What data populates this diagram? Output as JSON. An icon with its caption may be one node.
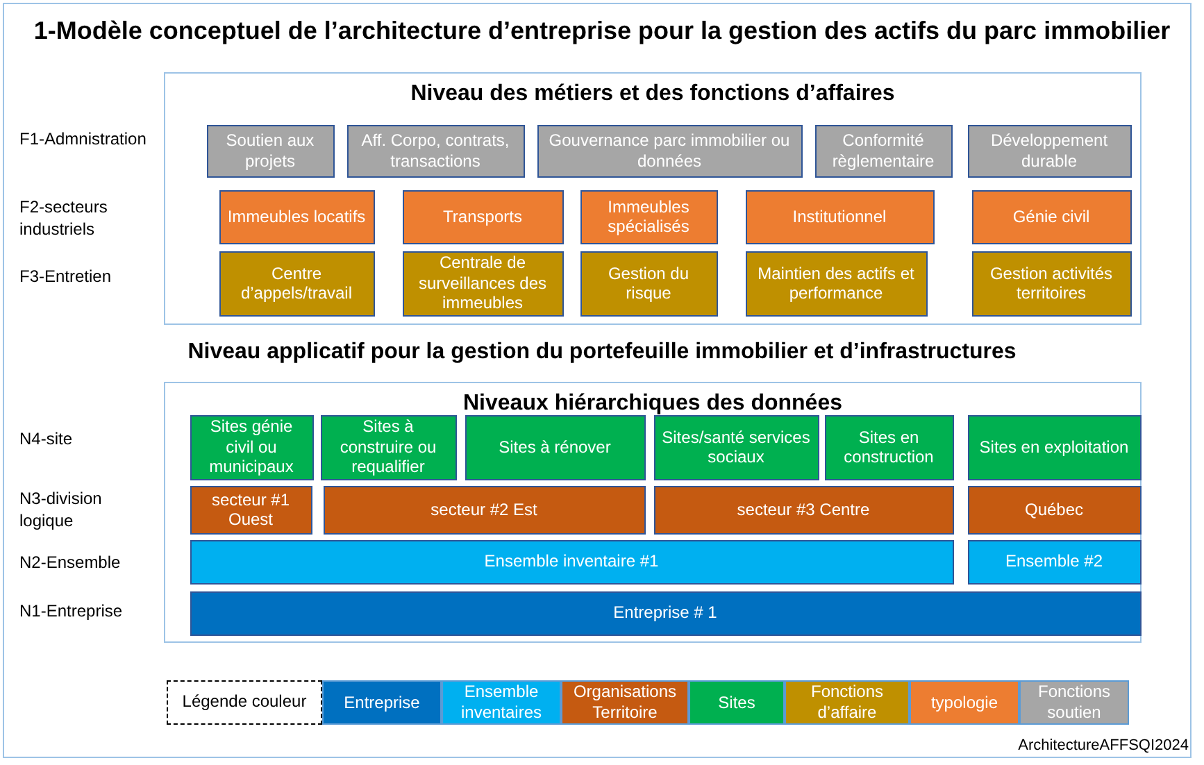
{
  "diagram": {
    "title": "1-Modèle conceptuel de l’architecture d’entreprise pour la gestion des actifs du parc immobilier",
    "nodes": [
      {
        "text": [
          "Niveau des métiers et des fonctions d’affaires"
        ]
      },
      {
        "text": [
          "Soutien aux projets"
        ],
        "in": 0
      },
      {
        "text": [
          "Aff. Corpo, contrats, transactions"
        ],
        "in": 0
      },
      {
        "text": [
          "Gouvernance parc immobilier ou données"
        ],
        "in": 0
      },
      {
        "text": [
          "Conformité règlementaire"
        ],
        "in": 0
      },
      {
        "text": [
          "Développement durable"
        ],
        "in": 0
      },
      {
        "text": [
          "Immeubles locatifs"
        ],
        "in": 0
      },
      {
        "text": [
          "Transports"
        ],
        "in": 0
      },
      {
        "text": [
          "Immeubles spécialisés"
        ],
        "in": 0
      },
      {
        "text": [
          "Institutionnel"
        ],
        "in": 0
      },
      {
        "text": [
          "Génie civil"
        ],
        "in": 0
      },
      {
        "text": [
          "Centre d’appels/travail"
        ],
        "in": 0
      },
      {
        "text": [
          "Centrale de surveillances des immeubles"
        ],
        "in": 0
      },
      {
        "text": [
          "Gestion du risque"
        ],
        "in": 0
      },
      {
        "text": [
          "Maintien des actifs et performance"
        ],
        "in": 0
      },
      {
        "text": [
          "Gestion activités territoires"
        ],
        "in": 0
      },
      {
        "text": [
          "Niveaux hiérarchiques des données"
        ]
      },
      {
        "text": [
          "Sites génie civil ou municipaux"
        ],
        "in": 16
      },
      {
        "text": [
          "Sites à construire ou requalifier"
        ],
        "in": 16
      },
      {
        "text": [
          "Sites à  rénover"
        ],
        "in": 16
      },
      {
        "text": [
          "Sites/santé services sociaux"
        ],
        "in": 16
      },
      {
        "text": [
          "Sites en construction"
        ],
        "in": 16
      },
      {
        "text": [
          "Sites en exploitation"
        ],
        "in": 16
      },
      {
        "text": [
          "secteur #1 Ouest"
        ],
        "in": 16
      },
      {
        "text": [
          "secteur #2 Est"
        ],
        "in": 16
      },
      {
        "text": [
          "secteur #3 Centre"
        ],
        "in": 16
      },
      {
        "text": [
          "Québec"
        ],
        "in": 16
      },
      {
        "text": [
          "Ensemble inventaire  #1"
        ],
        "in": 16
      },
      {
        "text": [
          "Ensemble  #2"
        ],
        "in": 16
      },
      {
        "text": [
          "Entreprise # 1"
        ],
        "in": 16
      }
    ],
    "edges": [],
    "labels": [
      "F1-Admnistration",
      "F2-secteurs industriels",
      "F3-Entretien",
      "Niveau applicatif pour la gestion du portefeuille immobilier et d’infrastructures",
      "N4-site",
      "N3-division logique",
      "N2-Ensemble",
      "N1-Entreprise",
      "Légende couleur",
      "ArchitectureAFFSQI2024"
    ],
    "legend": [
      {
        "text": "Entreprise",
        "color": "#0070c0"
      },
      {
        "text": "Ensemble inventaires",
        "color": "#00b0f0"
      },
      {
        "text": "Organisations Territoire",
        "color": "#c55a11"
      },
      {
        "text": "Sites",
        "color": "#00b050"
      },
      {
        "text": "Fonctions d’affaire",
        "color": "#bf9000"
      },
      {
        "text": "typologie",
        "color": "#ed7d31"
      },
      {
        "text": "Fonctions soutien",
        "color": "#a6a6a6"
      }
    ]
  }
}
